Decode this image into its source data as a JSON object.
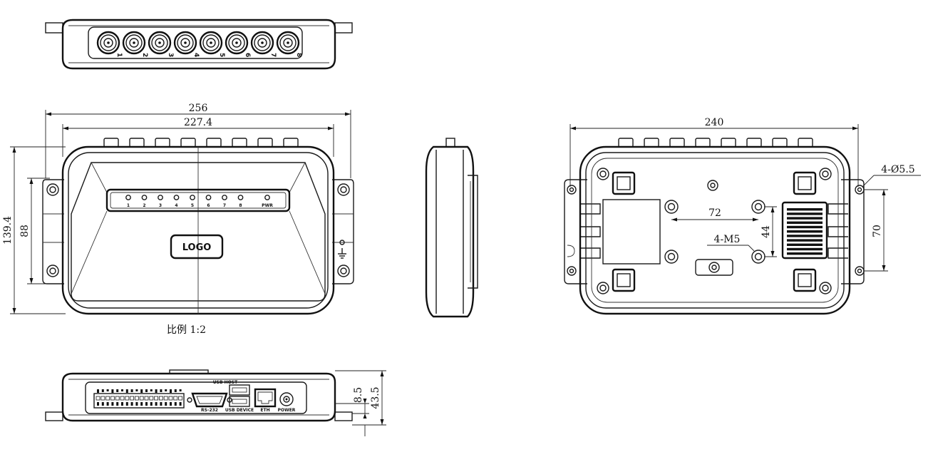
{
  "front_view": {
    "width_total": "256",
    "width_body": "227.4",
    "height_total": "139.4",
    "height_mount": "88",
    "led_labels": [
      "1",
      "2",
      "3",
      "4",
      "5",
      "6",
      "7",
      "8",
      "PWR"
    ],
    "logo": "LOGO",
    "scale_note": "比例 1:2"
  },
  "top_view": {
    "port_labels": [
      "1",
      "2",
      "3",
      "4",
      "5",
      "6",
      "7",
      "8"
    ]
  },
  "bottom_view": {
    "thickness_body": "8.5",
    "thickness_total": "43.5",
    "connector_labels": [
      "RS-232",
      "USB DEVICE",
      "ETH",
      "POWER"
    ],
    "usb_top_label": "USB HOST"
  },
  "back_view": {
    "width": "240",
    "hole_spec": "4-Ø5.5",
    "hole_pitch_vertical": "70",
    "thread_spec": "4-M5",
    "thread_pitch_horizontal": "72",
    "thread_pitch_vertical": "44"
  }
}
